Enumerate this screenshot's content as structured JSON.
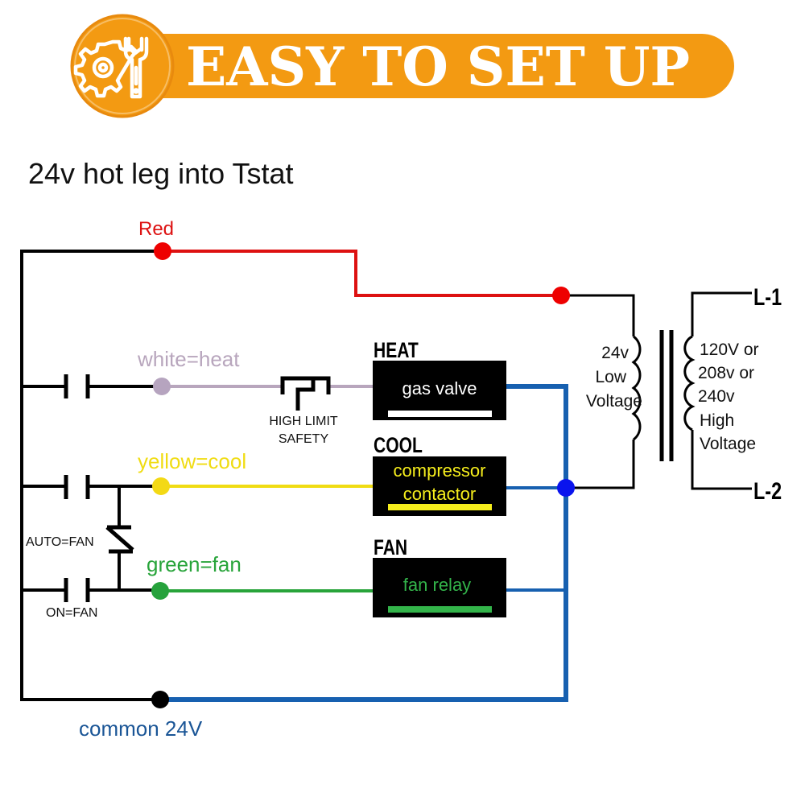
{
  "banner": {
    "title": "EASY TO SET UP",
    "icon": "gear-wrench-icon",
    "color": "#f39a12",
    "ring_color": "#e88a0e"
  },
  "diagram": {
    "heading": "24v hot leg into Tstat",
    "wires": {
      "red": {
        "label": "Red",
        "color": "#dd1111",
        "terminal_color": "#ee0000"
      },
      "white": {
        "label": "white=heat",
        "color": "#b8a6bd",
        "terminal_color": "#b6a4bf"
      },
      "yellow": {
        "label": "yellow=cool",
        "color": "#f0dc12",
        "terminal_color": "#f3d915"
      },
      "green": {
        "label": "green=fan",
        "color": "#28a43a",
        "terminal_color": "#26a23c"
      },
      "common": {
        "label": "common 24V",
        "color": "#1760b0",
        "terminal_color": "#000000",
        "label_color": "#1a5596"
      },
      "junction_color": "#0a14ee"
    },
    "switches": {
      "auto_fan": "AUTO=FAN",
      "on_fan": "ON=FAN"
    },
    "safety": {
      "line1": "HIGH LIMIT",
      "line2": "SAFETY"
    },
    "loads": [
      {
        "id": "heat",
        "title": "HEAT",
        "label_lines": [
          "gas valve"
        ],
        "text_color": "#ffffff",
        "bar_color": "#ffffff"
      },
      {
        "id": "cool",
        "title": "COOL",
        "label_lines": [
          "compressor",
          "contactor"
        ],
        "text_color": "#f6ee1c",
        "bar_color": "#f6ee1c"
      },
      {
        "id": "fan",
        "title": "FAN",
        "label_lines": [
          "fan relay"
        ],
        "text_color": "#33b44a",
        "bar_color": "#33b44a"
      }
    ],
    "transformer": {
      "low_side": [
        "24v",
        "Low",
        "Voltage"
      ],
      "high_side": [
        "120V or",
        "208v or",
        "240v",
        "High",
        "Voltage"
      ],
      "line1": "L-1",
      "line2": "L-2"
    }
  }
}
